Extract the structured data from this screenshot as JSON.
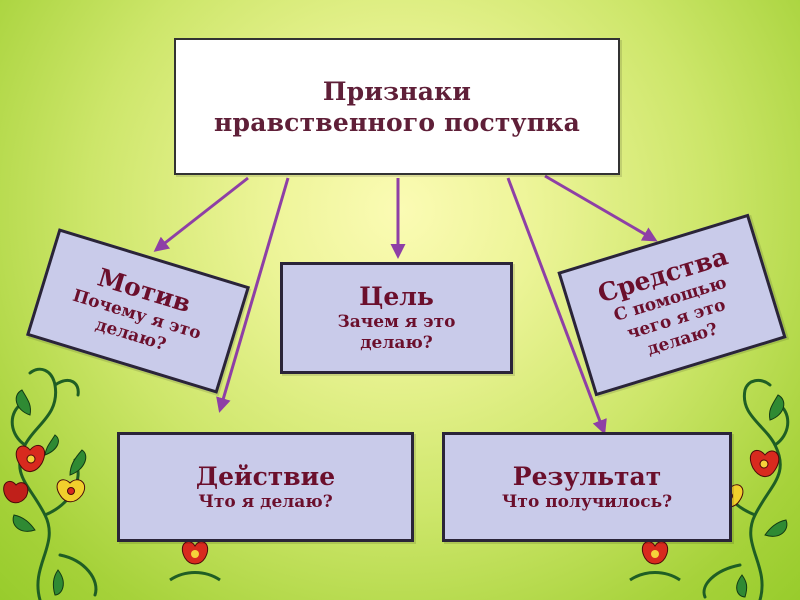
{
  "title": {
    "line1": "Признаки",
    "line2": "нравственного поступка"
  },
  "nodes": {
    "motive": {
      "head": "Мотив",
      "line1": "Почему я это",
      "line2": "делаю?"
    },
    "goal": {
      "head": "Цель",
      "line1": "Зачем я это",
      "line2": "делаю?"
    },
    "means": {
      "head": "Средства",
      "line1": "С помощью",
      "line2": "чего я это",
      "line3": "делаю?"
    },
    "action": {
      "head": "Действие",
      "line1": "Что я делаю?"
    },
    "result": {
      "head": "Результат",
      "line1": "Что получилось?"
    }
  },
  "colors": {
    "background_center": "#fbfbb4",
    "background_edge": "#98cc2c",
    "box_fill": "#c9cbea",
    "text": "#6b0f2c",
    "arrow": "#8e3fa6"
  },
  "decorations": [
    "floral-ornament-left",
    "floral-ornament-right"
  ]
}
